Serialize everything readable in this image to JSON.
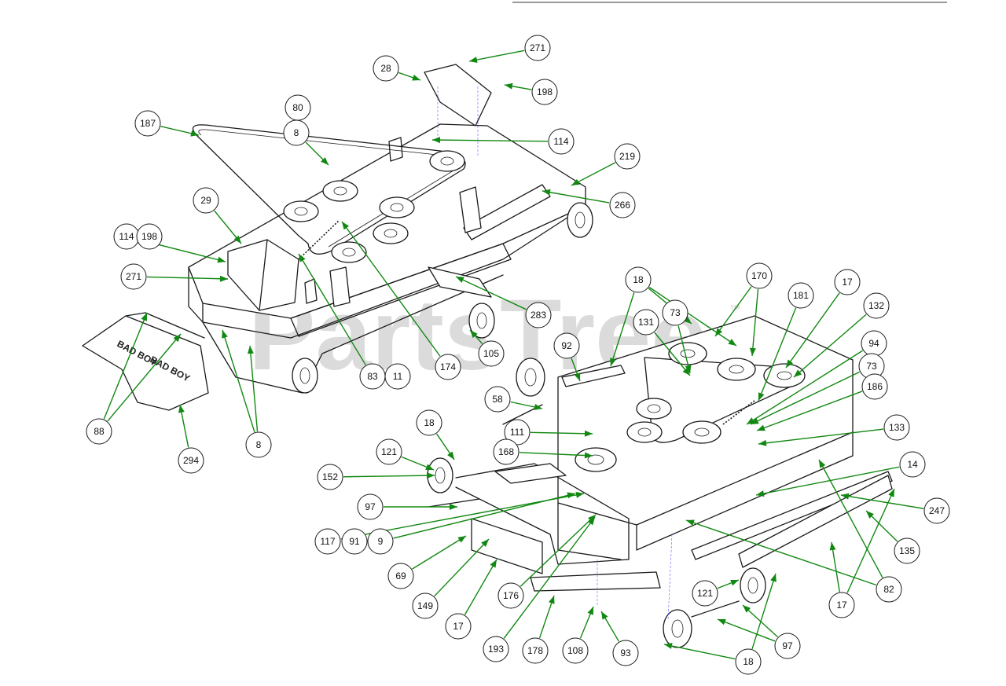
{
  "watermark": {
    "text": "PartsTree",
    "trademark": "™"
  },
  "decal_text": "BAD BOY",
  "colors": {
    "leader": "#118811",
    "outline": "#1a1a1a",
    "watermark": "#c9c9c9"
  },
  "callouts": [
    "271",
    "28",
    "198",
    "80",
    "8",
    "187",
    "114",
    "219",
    "266",
    "29",
    "114",
    "198",
    "271",
    "83",
    "11",
    "174",
    "283",
    "105",
    "88",
    "294",
    "8",
    "18",
    "170",
    "17",
    "181",
    "132",
    "73",
    "131",
    "92",
    "94",
    "73",
    "186",
    "58",
    "133",
    "18",
    "111",
    "121",
    "168",
    "152",
    "14",
    "97",
    "247",
    "117",
    "91",
    "9",
    "135",
    "69",
    "82",
    "149",
    "176",
    "121",
    "17",
    "17",
    "193",
    "178",
    "108",
    "93",
    "97",
    "18"
  ]
}
